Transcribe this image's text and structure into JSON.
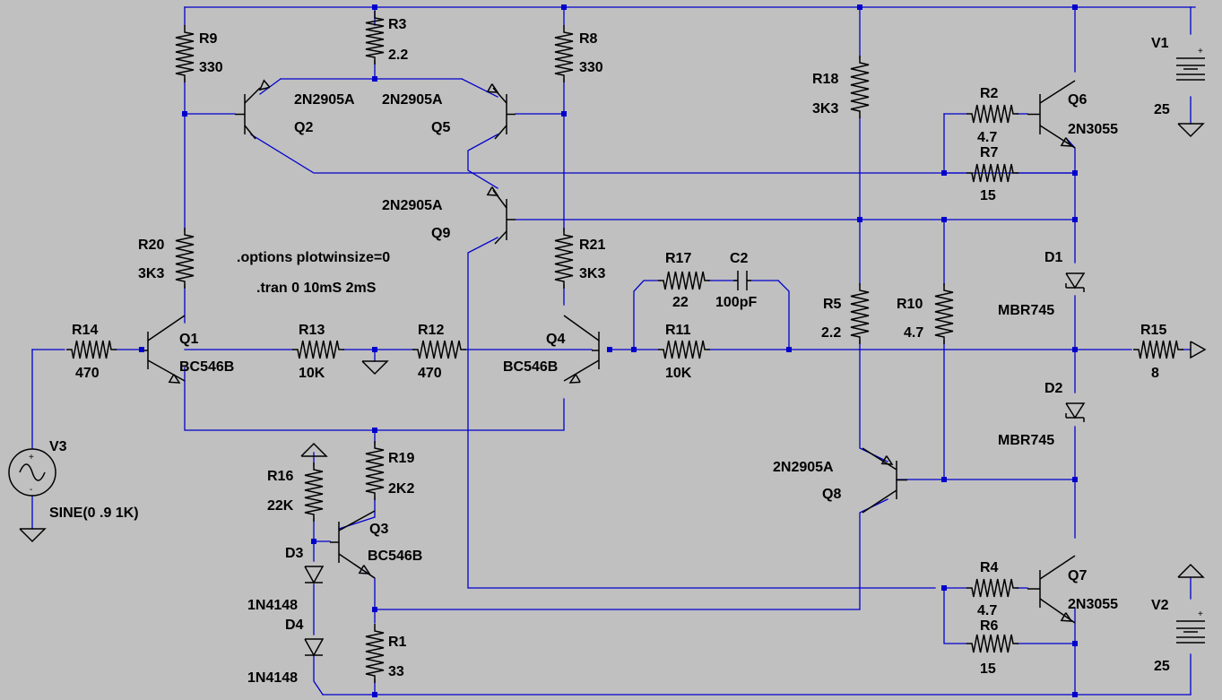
{
  "components": {
    "R9": {
      "name": "R9",
      "value": "330"
    },
    "R3": {
      "name": "R3",
      "value": "2.2"
    },
    "R8": {
      "name": "R8",
      "value": "330"
    },
    "R18": {
      "name": "R18",
      "value": "3K3"
    },
    "R2": {
      "name": "R2",
      "value": "4.7"
    },
    "R7": {
      "name": "R7",
      "value": "15"
    },
    "R20": {
      "name": "R20",
      "value": "3K3"
    },
    "R21": {
      "name": "R21",
      "value": "3K3"
    },
    "R17": {
      "name": "R17",
      "value": "22"
    },
    "C2": {
      "name": "C2",
      "value": "100pF"
    },
    "R5": {
      "name": "R5",
      "value": "2.2"
    },
    "R10": {
      "name": "R10",
      "value": "4.7"
    },
    "R14": {
      "name": "R14",
      "value": "470"
    },
    "R13": {
      "name": "R13",
      "value": "10K"
    },
    "R12": {
      "name": "R12",
      "value": "470"
    },
    "R11": {
      "name": "R11",
      "value": "10K"
    },
    "R15": {
      "name": "R15",
      "value": "8"
    },
    "R19": {
      "name": "R19",
      "value": "2K2"
    },
    "R16": {
      "name": "R16",
      "value": "22K"
    },
    "R1": {
      "name": "R1",
      "value": "33"
    },
    "R4": {
      "name": "R4",
      "value": "4.7"
    },
    "R6": {
      "name": "R6",
      "value": "15"
    },
    "Q1": {
      "name": "Q1",
      "value": "BC546B"
    },
    "Q2": {
      "name": "Q2",
      "value": "2N2905A"
    },
    "Q3": {
      "name": "Q3",
      "value": "BC546B"
    },
    "Q4": {
      "name": "Q4",
      "value": "BC546B"
    },
    "Q5": {
      "name": "Q5",
      "value": "2N2905A"
    },
    "Q6": {
      "name": "Q6",
      "value": "2N3055"
    },
    "Q7": {
      "name": "Q7",
      "value": "2N3055"
    },
    "Q8": {
      "name": "Q8",
      "value": "2N2905A"
    },
    "Q9": {
      "name": "Q9",
      "value": "2N2905A"
    },
    "D1": {
      "name": "D1",
      "value": "MBR745"
    },
    "D2": {
      "name": "D2",
      "value": "MBR745"
    },
    "D3": {
      "name": "D3",
      "value": "1N4148"
    },
    "D4": {
      "name": "D4",
      "value": "1N4148"
    },
    "V1": {
      "name": "V1",
      "value": "25"
    },
    "V2": {
      "name": "V2",
      "value": "25"
    },
    "V3": {
      "name": "V3",
      "value": "SINE(0 .9 1K)"
    }
  },
  "directives": {
    "options": ".options plotwinsize=0",
    "tran": ".tran 0 10mS 2mS"
  },
  "colors": {
    "background": "#c0c0c0",
    "wire": "#0000cc",
    "symbol": "#000000"
  }
}
